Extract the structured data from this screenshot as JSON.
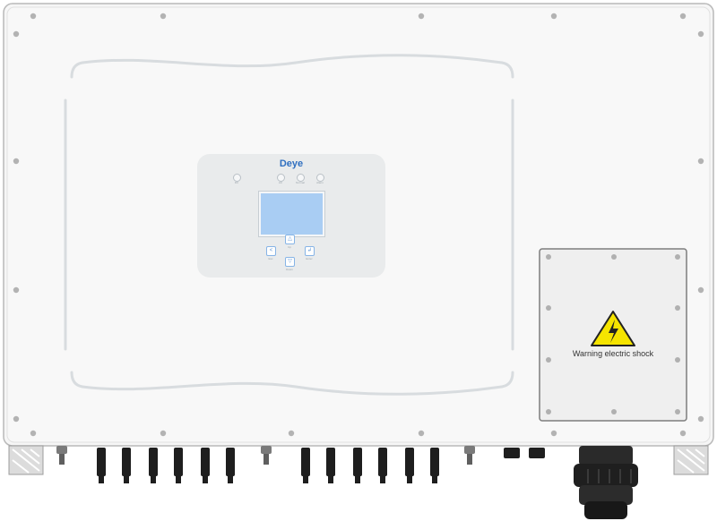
{
  "display": {
    "brand": "Deye",
    "indicators": [
      {
        "label": "DC"
      },
      {
        "label": "AC"
      },
      {
        "label": "Normal"
      },
      {
        "label": "Alarm"
      }
    ],
    "keys": {
      "up": {
        "glyph": "△",
        "label": "Up"
      },
      "esc": {
        "glyph": "<",
        "label": "Esc"
      },
      "enter": {
        "glyph": "↲",
        "label": "Enter"
      },
      "down": {
        "glyph": "▽",
        "label": "Down"
      }
    }
  },
  "warning": {
    "text": "Warning electric shock",
    "icon": "high-voltage-icon",
    "color": "#f5e400"
  }
}
